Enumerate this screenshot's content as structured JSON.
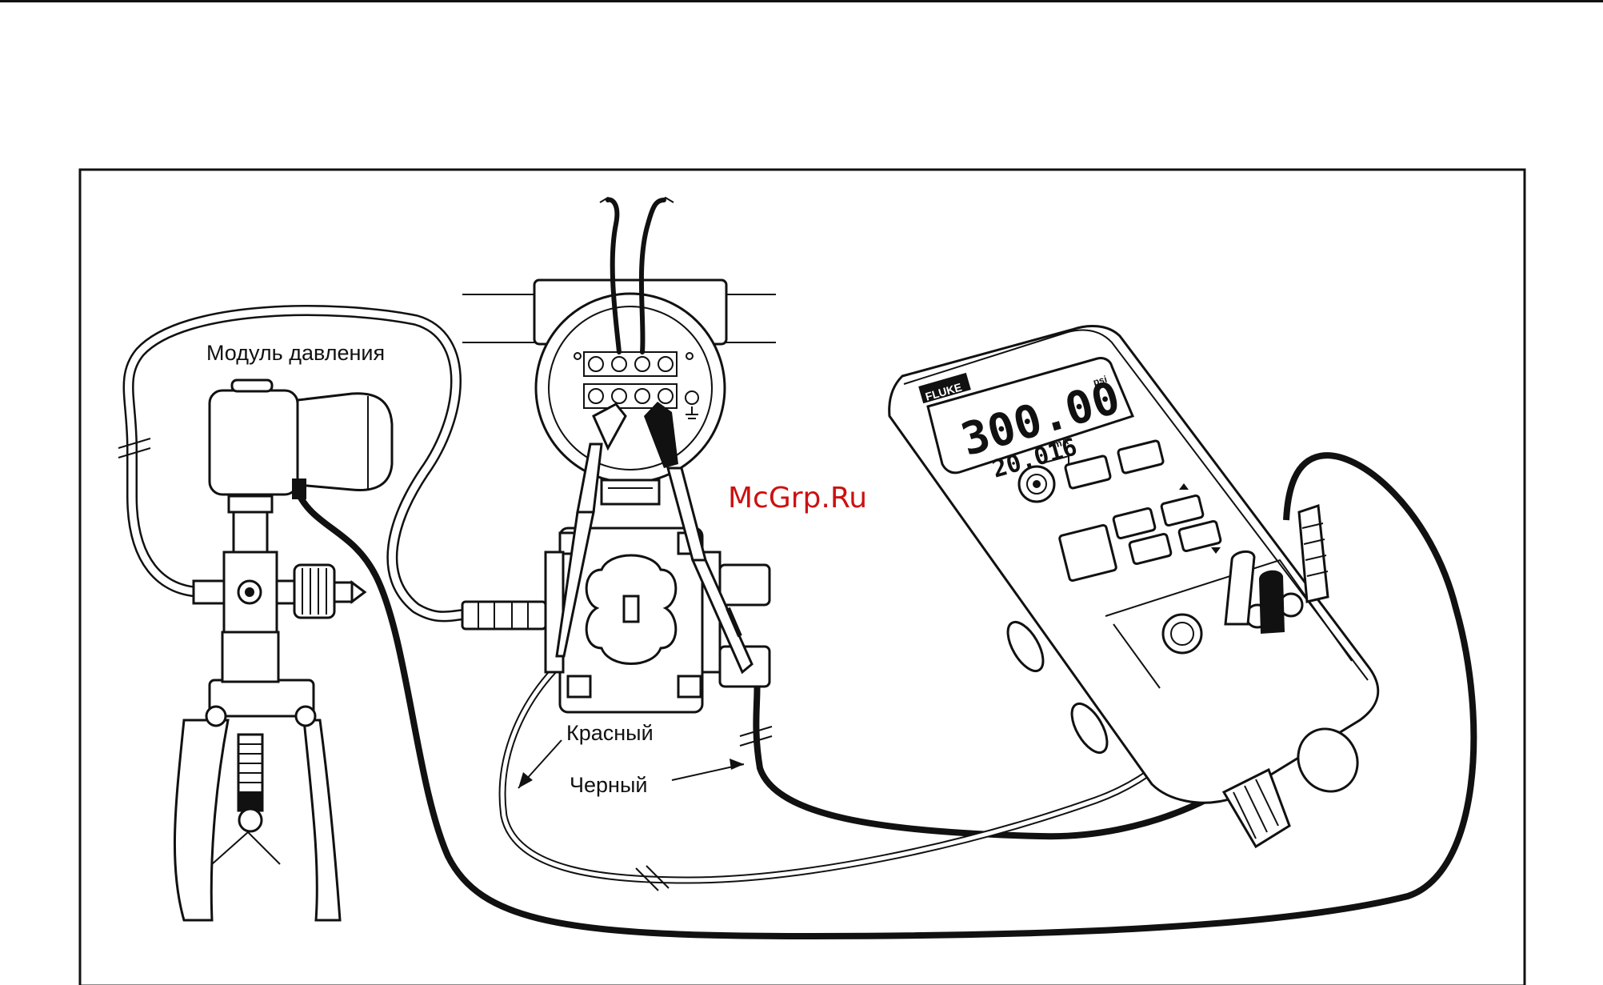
{
  "labels": {
    "pressure_module": "Модуль давления",
    "red": "Красный",
    "black": "Черный"
  },
  "calibrator": {
    "brand": "FLUKE",
    "display_primary": "300.00",
    "display_primary_unit": "psi",
    "display_secondary": "20.016",
    "display_secondary_unit": "mA"
  },
  "watermark": "McGrp.Ru",
  "colors": {
    "line": "#111111",
    "background": "#ffffff",
    "watermark": "#cc1111"
  }
}
